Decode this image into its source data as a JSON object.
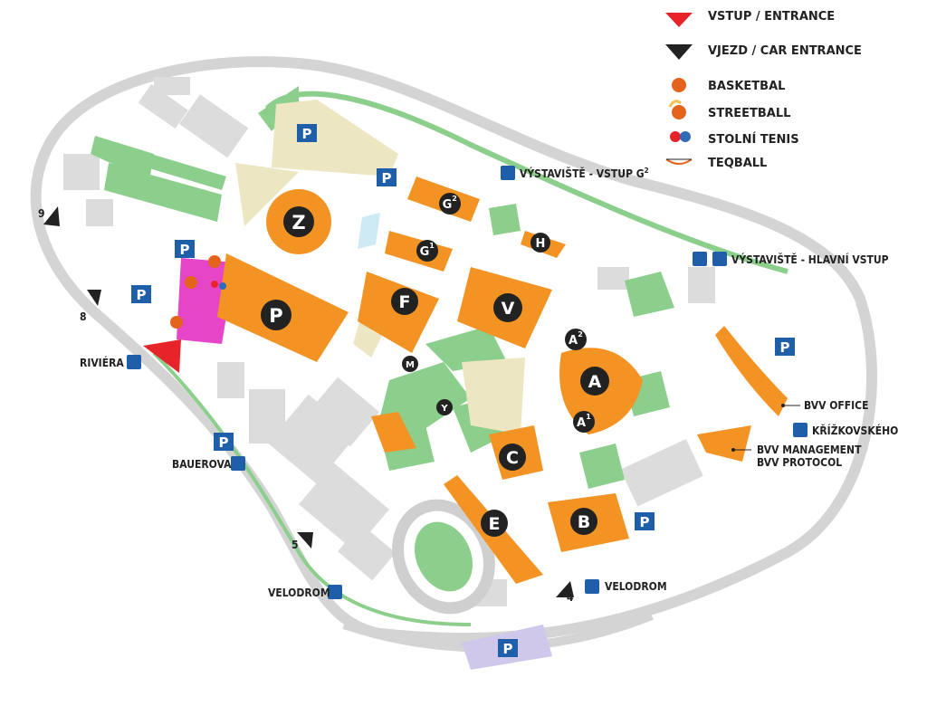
{
  "legend": {
    "entrance": "VSTUP / ENTRANCE",
    "car_entrance": "VJEZD / CAR ENTRANCE",
    "basketbal": "BASKETBAL",
    "streetball": "STREETBALL",
    "table_tennis": "STOLNÍ TENIS",
    "teqball": "TEQBALL"
  },
  "halls": {
    "z": "Z",
    "p": "P",
    "f": "F",
    "v": "V",
    "a": "A",
    "a1": "A",
    "a1_sup": "1",
    "a2": "A",
    "a2_sup": "2",
    "g1": "G",
    "g1_sup": "1",
    "g2": "G",
    "g2_sup": "2",
    "h": "H",
    "m": "M",
    "y": "Y",
    "c": "C",
    "b": "B",
    "e": "E"
  },
  "parking_label": "P",
  "stops": {
    "vystaviste_g2": "VÝSTAVIŠTĚ - VSTUP G",
    "vystaviste_g2_sup": "2",
    "hlavni_vstup": "VÝSTAVIŠTĚ - HLAVNÍ VSTUP",
    "riviera": "RIVIÉRA",
    "bauerova": "BAUEROVA",
    "velodrom_left": "VELODROM",
    "velodrom_right": "VELODROM",
    "krizkovskeho": "KŘÍŽKOVSKÉHO"
  },
  "offices": {
    "bvv_office": "BVV OFFICE",
    "bvv_management": "BVV MANAGEMENT",
    "bvv_protocol": "BVV PROTOCOL"
  },
  "gates": {
    "g9": "9",
    "g8": "8",
    "g5": "5",
    "g4": "4"
  },
  "colors": {
    "hall": "#f39323",
    "green": "#8ccf8c",
    "beige": "#ece6c2",
    "grey_building": "#dcdcdc",
    "road": "#cfcfcf",
    "parking": "#1f5ea8",
    "sport_zone": "#e645c8",
    "entrance_red": "#e8242b"
  }
}
